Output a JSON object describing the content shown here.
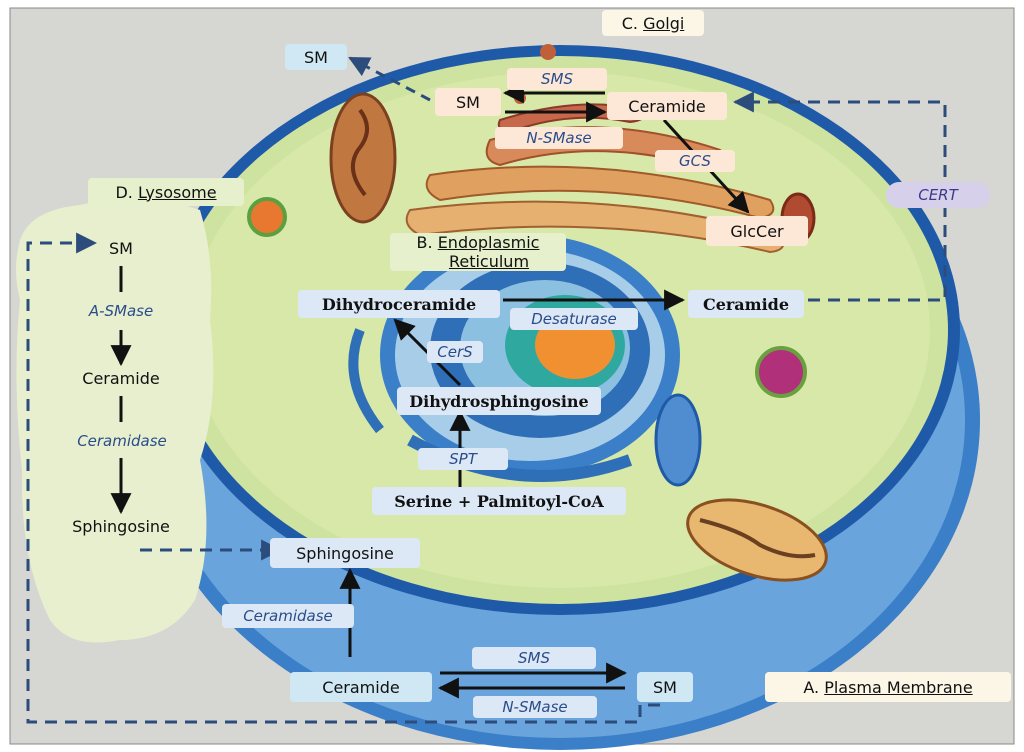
{
  "sections": {
    "plasma_membrane": {
      "letter": "A.",
      "name": "Plasma Membrane"
    },
    "er": {
      "letter": "B.",
      "name_line1": "Endoplasmic",
      "name_line2": "Reticulum"
    },
    "golgi": {
      "letter": "C.",
      "name": "Golgi"
    },
    "lysosome": {
      "letter": "D.",
      "name": "Lysosome"
    }
  },
  "golgi": {
    "sm": "SM",
    "sm_secreted": "SM",
    "ceramide": "Ceramide",
    "glccer": "GlcCer",
    "enzymes": {
      "sms": "SMS",
      "nsmase": "N-SMase",
      "gcs": "GCS"
    }
  },
  "cert": "CERT",
  "er": {
    "dihydroceramide": "Dihydroceramide",
    "ceramide": "Ceramide",
    "dihydrosphingosine": "Dihydrosphingosine",
    "substrates": "Serine + Palmitoyl-CoA",
    "enzymes": {
      "desaturase": "Desaturase",
      "cers": "CerS",
      "spt": "SPT"
    }
  },
  "lysosome": {
    "sm": "SM",
    "ceramide": "Ceramide",
    "sphingosine": "Sphingosine",
    "enzymes": {
      "asmase": "A-SMase",
      "ceramidase": "Ceramidase"
    }
  },
  "plasma_membrane": {
    "sphingosine": "Sphingosine",
    "ceramide": "Ceramide",
    "sm": "SM",
    "enzymes": {
      "ceramidase": "Ceramidase",
      "sms": "SMS",
      "nsmase": "N-SMase"
    }
  },
  "colors": {
    "arrow": "#111111",
    "transport_arrow": "#2c4c7c",
    "cytoplasm": "#cfe3a0",
    "lysosome": "#e8efcf",
    "membrane": "#2f6fb8"
  }
}
